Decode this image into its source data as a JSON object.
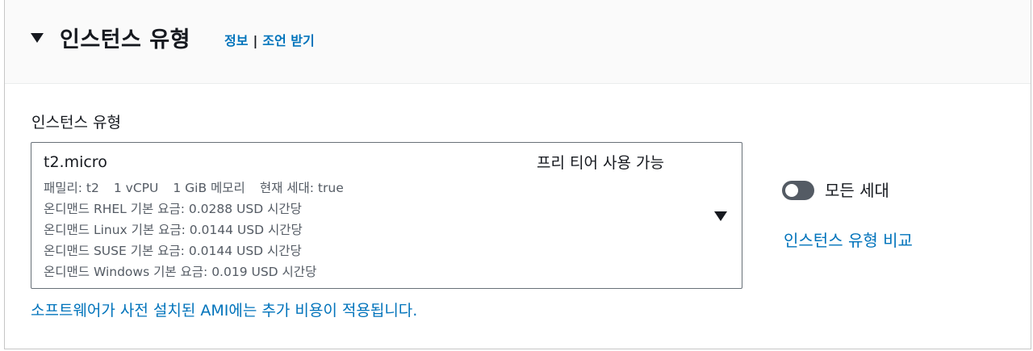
{
  "header": {
    "title": "인스턴스 유형",
    "info_link": "정보",
    "separator": "|",
    "advice_link": "조언 받기"
  },
  "field": {
    "label": "인스턴스 유형"
  },
  "selected": {
    "name": "t2.micro",
    "tag": "프리 티어 사용 가능",
    "family": "패밀리: t2",
    "vcpu": "1 vCPU",
    "memory": "1 GiB 메모리",
    "generation": "현재 세대: true",
    "pricing": [
      "온디맨드 RHEL 기본 요금: 0.0288 USD 시간당",
      "온디맨드 Linux 기본 요금: 0.0144 USD 시간당",
      "온디맨드 SUSE 기본 요금: 0.0144 USD 시간당",
      "온디맨드 Windows 기본 요금: 0.019 USD 시간당"
    ]
  },
  "footnote": "소프트웨어가 사전 설치된 AMI에는 추가 비용이 적용됩니다.",
  "toggle": {
    "label": "모든 세대",
    "on": false
  },
  "compare_link": "인스턴스 유형 비교",
  "colors": {
    "link": "#0073bb",
    "text": "#16191f",
    "secondary_text": "#545b64",
    "toggle_off": "#545b64"
  }
}
